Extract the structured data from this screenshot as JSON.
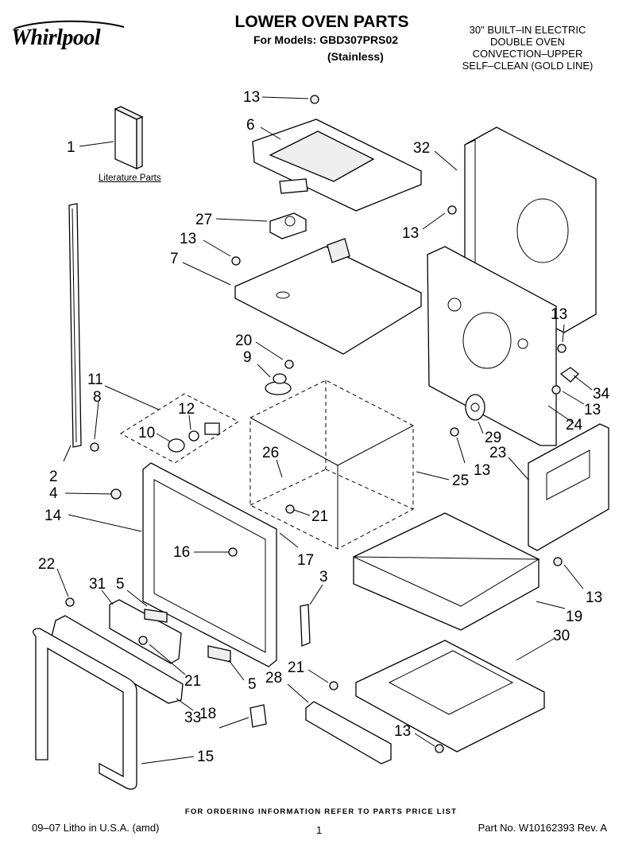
{
  "header": {
    "brand": "Whirlpool",
    "title": "LOWER OVEN PARTS",
    "models_line": "For Models: GBD307PRS02",
    "finish": "(Stainless)",
    "description": [
      "30\" BUILT–IN ELECTRIC",
      "DOUBLE OVEN",
      "CONVECTION–UPPER",
      "SELF–CLEAN (GOLD LINE)"
    ]
  },
  "literature_label": "Literature Parts",
  "callouts": [
    "1",
    "2",
    "3",
    "4",
    "5",
    "5",
    "6",
    "7",
    "8",
    "9",
    "10",
    "11",
    "12",
    "13",
    "13",
    "13",
    "13",
    "13",
    "13",
    "13",
    "13",
    "14",
    "15",
    "16",
    "17",
    "18",
    "19",
    "20",
    "21",
    "21",
    "21",
    "22",
    "23",
    "24",
    "25",
    "26",
    "27",
    "28",
    "29",
    "30",
    "31",
    "32",
    "33",
    "34"
  ],
  "footer": {
    "ordering_note": "FOR ORDERING INFORMATION REFER TO PARTS PRICE LIST",
    "litho": "09–07 Litho in U.S.A. (amd)",
    "page": "1",
    "part_no": "Part No. W10162393 Rev. A"
  }
}
